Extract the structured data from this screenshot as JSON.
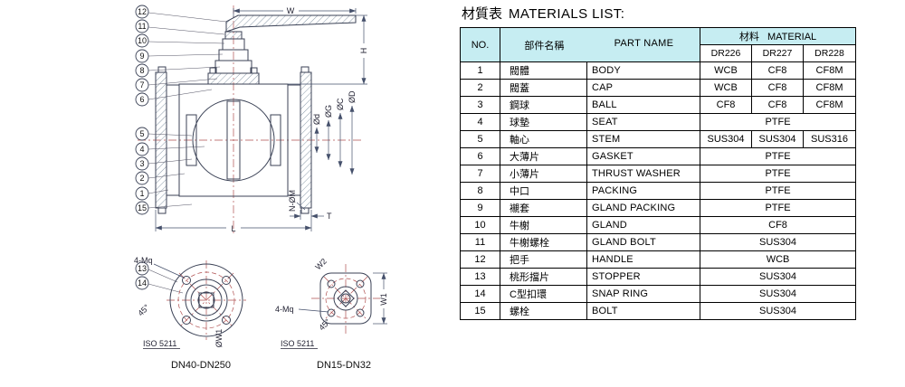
{
  "title": {
    "zh": "材質表",
    "en": "MATERIALS LIST:"
  },
  "table": {
    "headers": {
      "no": "NO.",
      "part_name_zh": "部件名稱",
      "part_name_en": "PART NAME",
      "material_zh": "材料",
      "material_en": "MATERIAL",
      "grades": [
        "DR226",
        "DR227",
        "DR228"
      ]
    },
    "rows": [
      {
        "no": "1",
        "zh": "閥體",
        "en": "BODY",
        "materials": [
          "WCB",
          "CF8",
          "CF8M"
        ]
      },
      {
        "no": "2",
        "zh": "閥蓋",
        "en": "CAP",
        "materials": [
          "WCB",
          "CF8",
          "CF8M"
        ]
      },
      {
        "no": "3",
        "zh": "鋼球",
        "en": "BALL",
        "materials": [
          "CF8",
          "CF8",
          "CF8M"
        ]
      },
      {
        "no": "4",
        "zh": "球墊",
        "en": "SEAT",
        "materials": [
          "PTFE"
        ]
      },
      {
        "no": "5",
        "zh": "軸心",
        "en": "STEM",
        "materials": [
          "SUS304",
          "SUS304",
          "SUS316"
        ]
      },
      {
        "no": "6",
        "zh": "大薄片",
        "en": "GASKET",
        "materials": [
          "PTFE"
        ]
      },
      {
        "no": "7",
        "zh": "小薄片",
        "en": "THRUST WASHER",
        "materials": [
          "PTFE"
        ]
      },
      {
        "no": "8",
        "zh": "中口",
        "en": "PACKING",
        "materials": [
          "PTFE"
        ]
      },
      {
        "no": "9",
        "zh": "襯套",
        "en": "GLAND PACKING",
        "materials": [
          "PTFE"
        ]
      },
      {
        "no": "10",
        "zh": "牛榭",
        "en": "GLAND",
        "materials": [
          "CF8"
        ]
      },
      {
        "no": "11",
        "zh": "牛榭螺栓",
        "en": "GLAND BOLT",
        "materials": [
          "SUS304"
        ]
      },
      {
        "no": "12",
        "zh": "把手",
        "en": "HANDLE",
        "materials": [
          "WCB"
        ]
      },
      {
        "no": "13",
        "zh": "桃形擋片",
        "en": "STOPPER",
        "materials": [
          "SUS304"
        ]
      },
      {
        "no": "14",
        "zh": "C型扣環",
        "en": "SNAP RING",
        "materials": [
          "SUS304"
        ]
      },
      {
        "no": "15",
        "zh": "螺栓",
        "en": "BOLT",
        "materials": [
          "SUS304"
        ]
      }
    ]
  },
  "drawing": {
    "callouts": [
      "12",
      "11",
      "10",
      "9",
      "8",
      "7",
      "6",
      "5",
      "4",
      "3",
      "2",
      "1",
      "15",
      "13",
      "14"
    ],
    "dims": {
      "w": "W",
      "h": "H",
      "l": "L",
      "t": "T",
      "n_m": "N-ØM",
      "d1": "Ød",
      "d2": "ØG",
      "d3": "ØC",
      "d4": "ØD"
    },
    "left_view": {
      "bolts": "4-Mq",
      "angle": "45°",
      "bolt_circle": "ØW1",
      "iso": "ISO 5211",
      "range": "DN40-DN250"
    },
    "right_view": {
      "bolts": "4-Mq",
      "angle": "45°",
      "w1": "W1",
      "w2": "W2",
      "iso": "ISO 5211",
      "range": "DN15-DN32"
    }
  },
  "colors": {
    "header_bg": "#c6edf2",
    "line": "#3b4256",
    "centerline": "#b05050"
  }
}
